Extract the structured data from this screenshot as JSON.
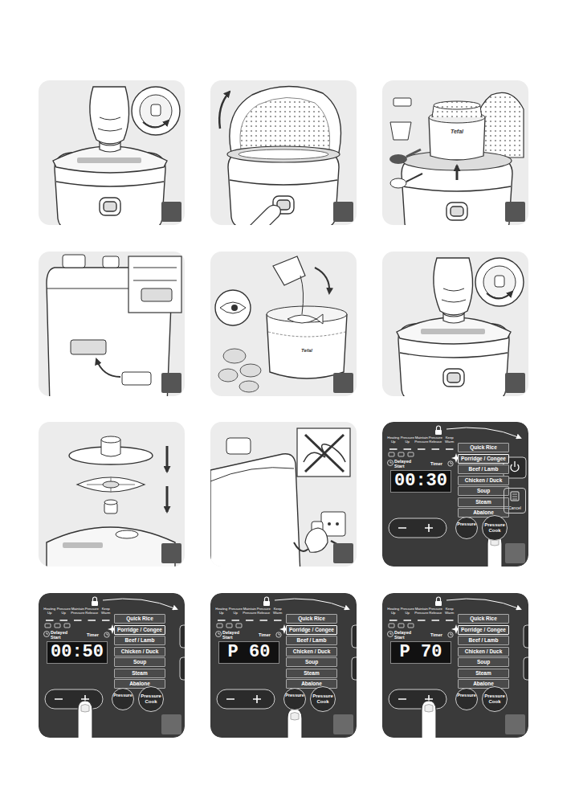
{
  "diagram": {
    "nodes": [
      {
        "text": [
          "00:30"
        ]
      },
      {
        "text": [
          "Quick Rice"
        ]
      },
      {
        "text": [
          "Porridge / Congee"
        ]
      },
      {
        "text": [
          "Beef / Lamb"
        ]
      },
      {
        "text": [
          "Chicken / Duck"
        ]
      },
      {
        "text": [
          "Soup"
        ]
      },
      {
        "text": [
          "Steam"
        ]
      },
      {
        "text": [
          "Abalone"
        ]
      },
      {
        "text": [
          "Pressure"
        ]
      },
      {
        "text": [
          "Pressure Cook"
        ]
      },
      {
        "text": [
          "Cancel"
        ]
      },
      {
        "text": [
          "00:50"
        ]
      },
      {
        "text": [
          "Quick Rice"
        ]
      },
      {
        "text": [
          "Porridge / Congee"
        ]
      },
      {
        "text": [
          "Beef / Lamb"
        ]
      },
      {
        "text": [
          "Chicken / Duck"
        ]
      },
      {
        "text": [
          "Soup"
        ]
      },
      {
        "text": [
          "Steam"
        ]
      },
      {
        "text": [
          "Abalone"
        ]
      },
      {
        "text": [
          "Pressure"
        ]
      },
      {
        "text": [
          "Pressure Cook"
        ]
      },
      {
        "text": [
          "P 60"
        ]
      },
      {
        "text": [
          "Quick Rice"
        ]
      },
      {
        "text": [
          "Porridge / Congee"
        ]
      },
      {
        "text": [
          "Beef / Lamb"
        ]
      },
      {
        "text": [
          "Chicken / Duck"
        ]
      },
      {
        "text": [
          "Soup"
        ]
      },
      {
        "text": [
          "Steam"
        ]
      },
      {
        "text": [
          "Abalone"
        ]
      },
      {
        "text": [
          "Pressure"
        ]
      },
      {
        "text": [
          "Pressure Cook"
        ]
      },
      {
        "text": [
          "P 70"
        ]
      },
      {
        "text": [
          "Quick Rice"
        ]
      },
      {
        "text": [
          "Porridge / Congee"
        ]
      },
      {
        "text": [
          "Beef / Lamb"
        ]
      },
      {
        "text": [
          "Chicken / Duck"
        ]
      },
      {
        "text": [
          "Soup"
        ]
      },
      {
        "text": [
          "Steam"
        ]
      },
      {
        "text": [
          "Abalone"
        ]
      },
      {
        "text": [
          "Pressure"
        ]
      },
      {
        "text": [
          "Pressure Cook"
        ]
      }
    ],
    "labels": [
      "Tefal",
      "Tefal",
      "Heating Up",
      "Pressure Up",
      "Maintain Pressure",
      "Pressure Release",
      "Keep Warm",
      "Delayed Start",
      "Timer",
      "Heating Up",
      "Pressure Up",
      "Maintain Pressure",
      "Pressure Release",
      "Keep Warm",
      "Delayed Start",
      "Timer",
      "Heating Up",
      "Pressure Up",
      "Maintain Pressure",
      "Pressure Release",
      "Keep Warm",
      "Delayed Start",
      "Timer",
      "Heating Up",
      "Pressure Up",
      "Maintain Pressure",
      "Pressure Release",
      "Keep Warm",
      "Delayed Start",
      "Timer"
    ]
  }
}
